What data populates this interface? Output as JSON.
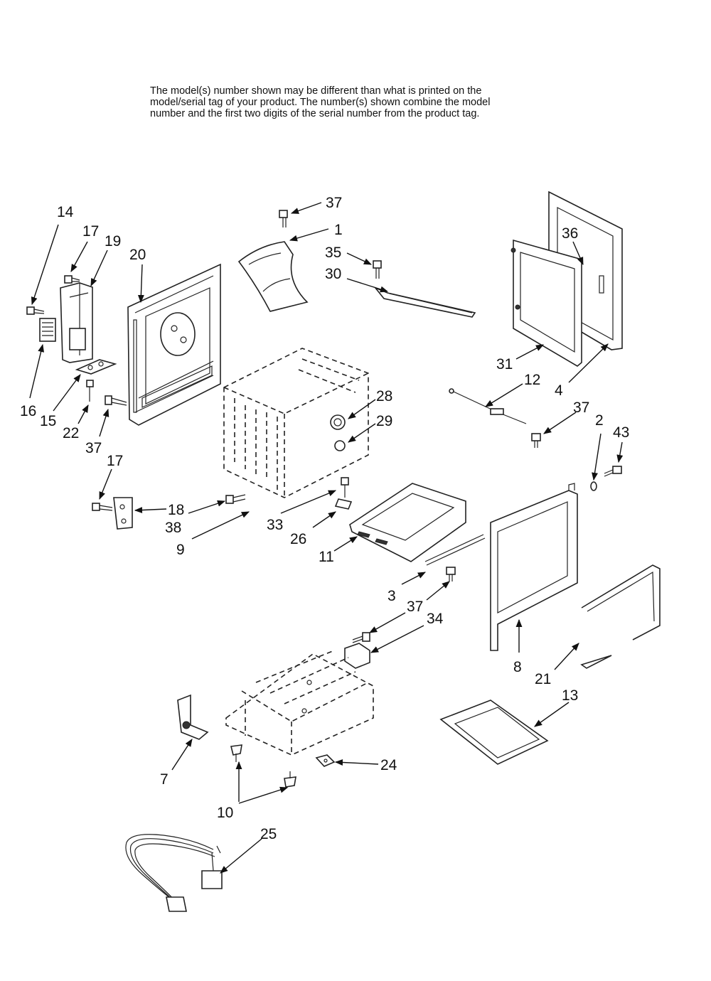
{
  "note": {
    "lines": [
      "The model(s) number shown may be different than what is printed on the",
      "model/serial tag of your product. The number(s) shown combine the model",
      "number and the first two digits of the serial number from the product tag."
    ]
  },
  "callouts": [
    {
      "id": "c14",
      "text": "14"
    },
    {
      "id": "c17a",
      "text": "17"
    },
    {
      "id": "c19",
      "text": "19"
    },
    {
      "id": "c20",
      "text": "20"
    },
    {
      "id": "c16",
      "text": "16"
    },
    {
      "id": "c15",
      "text": "15"
    },
    {
      "id": "c22",
      "text": "22"
    },
    {
      "id": "c37a",
      "text": "37"
    },
    {
      "id": "c37b",
      "text": "37"
    },
    {
      "id": "c1",
      "text": "1"
    },
    {
      "id": "c35",
      "text": "35"
    },
    {
      "id": "c30",
      "text": "30"
    },
    {
      "id": "c36",
      "text": "36"
    },
    {
      "id": "c31",
      "text": "31"
    },
    {
      "id": "c4",
      "text": "4"
    },
    {
      "id": "c12",
      "text": "12"
    },
    {
      "id": "c37c",
      "text": "37"
    },
    {
      "id": "c2",
      "text": "2"
    },
    {
      "id": "c43",
      "text": "43"
    },
    {
      "id": "c28",
      "text": "28"
    },
    {
      "id": "c29",
      "text": "29"
    },
    {
      "id": "c17b",
      "text": "17"
    },
    {
      "id": "c18",
      "text": "18"
    },
    {
      "id": "c38",
      "text": "38"
    },
    {
      "id": "c9",
      "text": "9"
    },
    {
      "id": "c33",
      "text": "33"
    },
    {
      "id": "c26",
      "text": "26"
    },
    {
      "id": "c11",
      "text": "11"
    },
    {
      "id": "c3",
      "text": "3"
    },
    {
      "id": "c37d",
      "text": "37"
    },
    {
      "id": "c34",
      "text": "34"
    },
    {
      "id": "c8",
      "text": "8"
    },
    {
      "id": "c21",
      "text": "21"
    },
    {
      "id": "c13",
      "text": "13"
    },
    {
      "id": "c7",
      "text": "7"
    },
    {
      "id": "c24",
      "text": "24"
    },
    {
      "id": "c10",
      "text": "10"
    },
    {
      "id": "c25",
      "text": "25"
    }
  ]
}
